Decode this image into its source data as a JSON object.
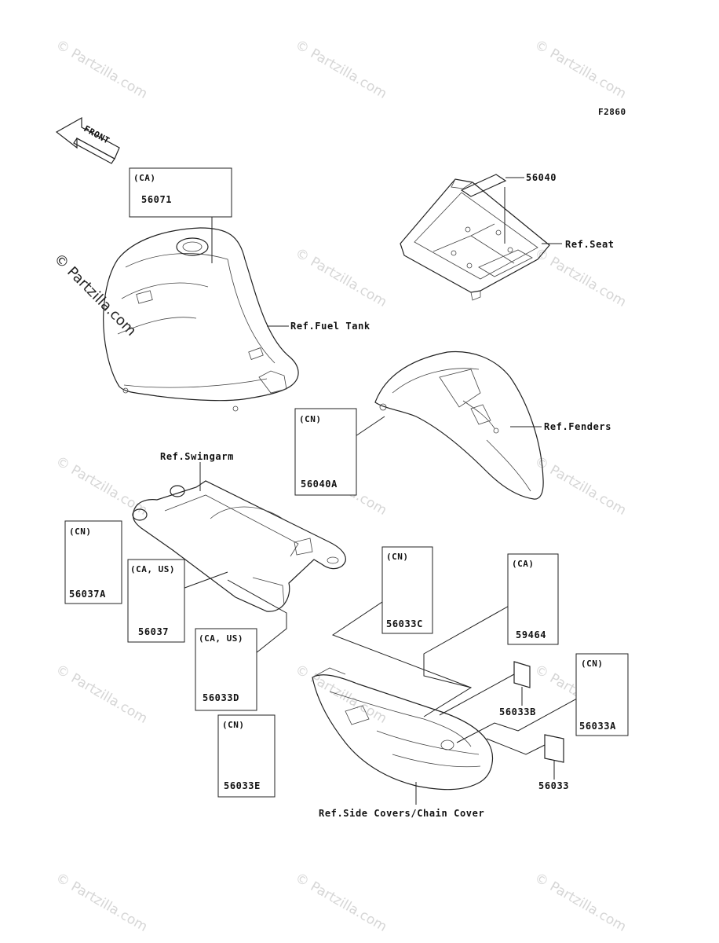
{
  "figure_code": "F2860",
  "front_label": "FRONT",
  "watermark": {
    "text": "© Partzilla.com",
    "logo_text": "© Partzilla.com"
  },
  "refs": {
    "fuel_tank": "Ref.Fuel Tank",
    "seat": "Ref.Seat",
    "fenders": "Ref.Fenders",
    "swingarm": "Ref.Swingarm",
    "side_covers": "Ref.Side Covers/Chain Cover"
  },
  "parts": {
    "p56071": {
      "region": "(CA)",
      "number": "56071"
    },
    "p56040": {
      "region": "",
      "number": "56040"
    },
    "p56040A": {
      "region": "(CN)",
      "number": "56040A"
    },
    "p56037A": {
      "region": "(CN)",
      "number": "56037A"
    },
    "p56037": {
      "region": "(CA, US)",
      "number": "56037"
    },
    "p56033D": {
      "region": "(CA, US)",
      "number": "56033D"
    },
    "p56033E": {
      "region": "(CN)",
      "number": "56033E"
    },
    "p56033C": {
      "region": "(CN)",
      "number": "56033C"
    },
    "p59464": {
      "region": "(CA)",
      "number": "59464"
    },
    "p56033B": {
      "region": "",
      "number": "56033B"
    },
    "p56033A": {
      "region": "(CN)",
      "number": "56033A"
    },
    "p56033": {
      "region": "",
      "number": "56033"
    }
  },
  "colors": {
    "line": "#222222",
    "watermark": "#d6d6d6",
    "background": "#ffffff"
  }
}
